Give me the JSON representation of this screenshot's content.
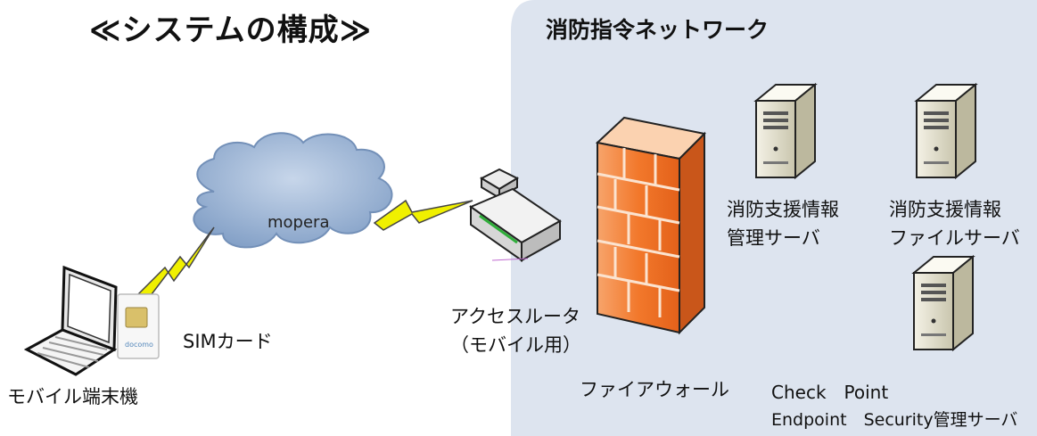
{
  "title": "≪システムの構成≫",
  "network": {
    "title": "消防指令ネットワーク",
    "bg_color": "#dde4ef"
  },
  "cloud": {
    "label": "mopera"
  },
  "nodes": {
    "mobile": {
      "label": "モバイル端末機"
    },
    "sim": {
      "label": "SIMカード",
      "card_text": "docomo"
    },
    "router": {
      "line1": "アクセスルータ",
      "line2": "（モバイル用）"
    },
    "firewall": {
      "label": "ファイアウォール",
      "color": "#f07a2a"
    },
    "server1": {
      "line1": "消防支援情報",
      "line2": "管理サーバ"
    },
    "server2": {
      "line1": "消防支援情報",
      "line2": "ファイルサーバ"
    },
    "server3": {
      "line1": "Check　Point",
      "line2": "Endpoint　Security管理サーバ"
    }
  },
  "colors": {
    "lightning": "#f0f000",
    "lightning_stroke": "#444444",
    "cloud": "#8aa6c8"
  }
}
